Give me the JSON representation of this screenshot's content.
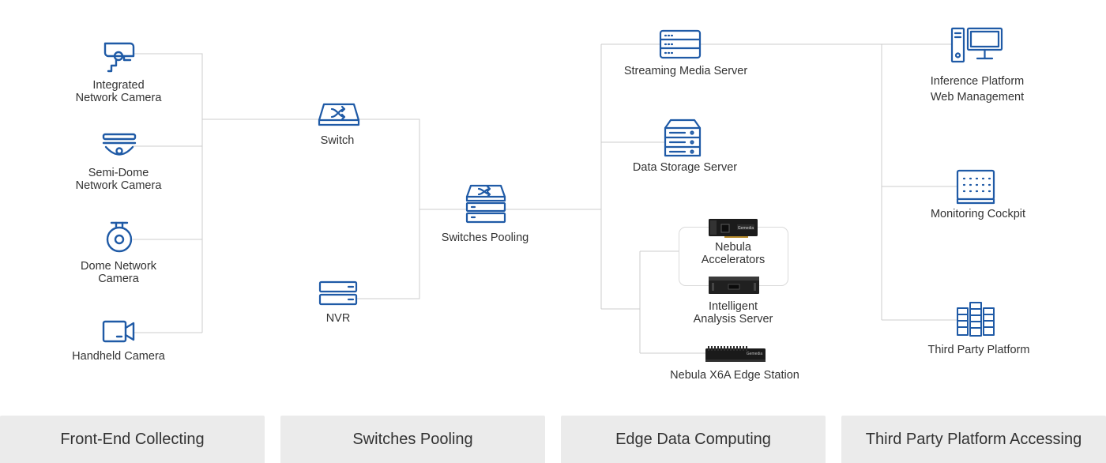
{
  "colors": {
    "icon_blue": "#1f5aa6",
    "line": "#cccccc",
    "bar_bg": "#ebebeb",
    "text": "#333333"
  },
  "front_end": {
    "integrated_camera": {
      "label_line1": "Integrated",
      "label_line2": "Network Camera",
      "icon": "bullet-camera-icon"
    },
    "semi_dome_camera": {
      "label_line1": "Semi-Dome",
      "label_line2": "Network Camera",
      "icon": "semi-dome-camera-icon"
    },
    "dome_camera": {
      "label_line1": "Dome Network",
      "label_line2": "Camera",
      "icon": "dome-camera-icon"
    },
    "handheld_camera": {
      "label": "Handheld Camera",
      "icon": "video-camera-icon"
    }
  },
  "switching": {
    "switch": {
      "label": "Switch",
      "icon": "switch-icon"
    },
    "nvr": {
      "label": "NVR",
      "icon": "nvr-icon"
    },
    "pooling": {
      "label": "Switches Pooling",
      "icon": "switch-stack-icon"
    }
  },
  "edge": {
    "streaming": {
      "label": "Streaming Media Server",
      "icon": "rack-server-icon"
    },
    "storage": {
      "label": "Data Storage Server",
      "icon": "storage-server-icon"
    },
    "accelerators": {
      "label_line1": "Nebula",
      "label_line2": "Accelerators",
      "brand": "Gemedia"
    },
    "analysis_server": {
      "label_line1": "Intelligent",
      "label_line2": "Analysis Server"
    },
    "edge_station": {
      "label": "Nebula X6A Edge Station",
      "brand": "Gemedia"
    }
  },
  "third_party": {
    "inference": {
      "label_line1": "Inference Platform",
      "label_line2": "Web Management",
      "icon": "desktop-computer-icon"
    },
    "monitoring": {
      "label": "Monitoring Cockpit",
      "icon": "dashboard-monitor-icon"
    },
    "platform": {
      "label": "Third Party Platform",
      "icon": "server-rack-icon"
    }
  },
  "categories": [
    "Front-End Collecting",
    "Switches Pooling",
    "Edge Data Computing",
    "Third Party Platform Accessing"
  ]
}
